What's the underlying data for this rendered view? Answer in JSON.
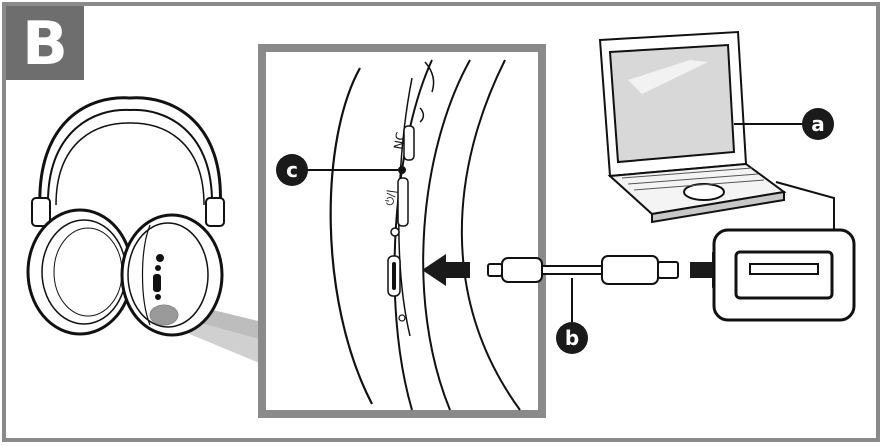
{
  "panel": {
    "letter": "B"
  },
  "callouts": {
    "a": "a",
    "b": "b",
    "c": "c"
  },
  "earcup_controls": {
    "nc_label": "NC",
    "power_symbol": "⏻/|"
  },
  "colors": {
    "frame": "#8a8a8a",
    "badge": "#6e6e6e",
    "callout": "#1a1a1a",
    "arrow": "#1a1a1a",
    "stroke": "#111111"
  }
}
